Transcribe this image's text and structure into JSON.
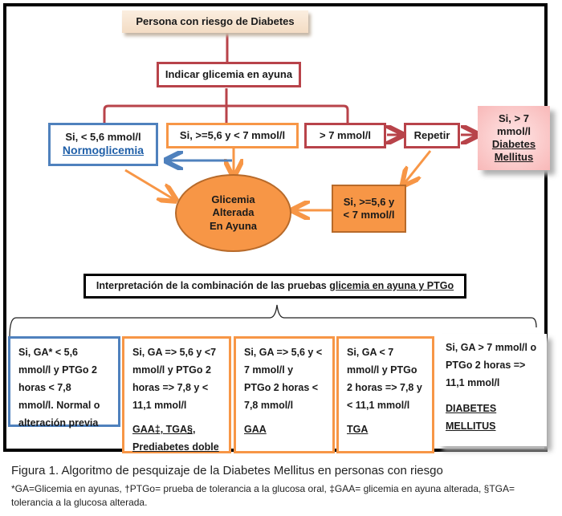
{
  "flowchart": {
    "start": "Persona con riesgo de Diabetes",
    "indicate": "Indicar glicemia en ayuna",
    "normal": {
      "line1": "Si, < 5,6 mmol/l",
      "line2": "Normoglicemia"
    },
    "middle": "Si, >=5,6 y < 7 mmol/l",
    "high": "> 7 mmol/l",
    "repeat": "Repetir",
    "diabetes": {
      "line1": "Si, > 7",
      "line2": "mmol/l",
      "line3": "Diabetes",
      "line4": "Mellitus"
    },
    "altered": {
      "line1": "Glicemia",
      "line2": "Alterada",
      "line3": "En Ayuna"
    },
    "repeat_mid": {
      "line1": "Si, >=5,6 y",
      "line2": "< 7 mmol/l"
    }
  },
  "interpretation": {
    "title_plain": "Interpretación de la combinación de las pruebas ",
    "title_underlined": "glicemia en ayuna y PTGo",
    "cells": [
      {
        "lines": [
          "Si, GA* < 5,6",
          "mmol/l y PTGo 2",
          "horas < 7,8",
          "mmol/l. Normal o",
          "alteración previa"
        ],
        "result": ""
      },
      {
        "lines": [
          "Si, GA => 5,6 y <7",
          "mmol/l y PTGo 2",
          "horas => 7,8 y <",
          "11,1 mmol/l"
        ],
        "result": "GAA‡, TGA§,",
        "result2": "Prediabetes doble"
      },
      {
        "lines": [
          "Si, GA => 5,6 y <",
          "7 mmol/l y",
          "PTGo 2 horas <",
          "7,8 mmol/l"
        ],
        "result": "GAA"
      },
      {
        "lines": [
          "Si, GA < 7",
          "mmol/l y  PTGo",
          "2 horas => 7,8 y",
          "< 11,1 mmol/l"
        ],
        "result": "TGA"
      },
      {
        "lines": [
          "Si, GA > 7 mmol/l o",
          "PTGo 2 horas  =>",
          "11,1 mmol/l"
        ],
        "result": "DIABETES",
        "result2": "MELLITUS"
      }
    ]
  },
  "caption": "Figura 1. Algoritmo de  pesquizaje de la Diabetes Mellitus en personas con riesgo",
  "footnote": "*GA=Glicemia en ayunas, †PTGo= prueba de tolerancia a la glucosa oral, ‡GAA= glicemia en ayuna alterada, §TGA= tolerancia a la glucosa alterada.",
  "colors": {
    "red": "#b8434a",
    "blue": "#4f81bd",
    "orange": "#f79646",
    "pink": "#f8b8b8"
  }
}
